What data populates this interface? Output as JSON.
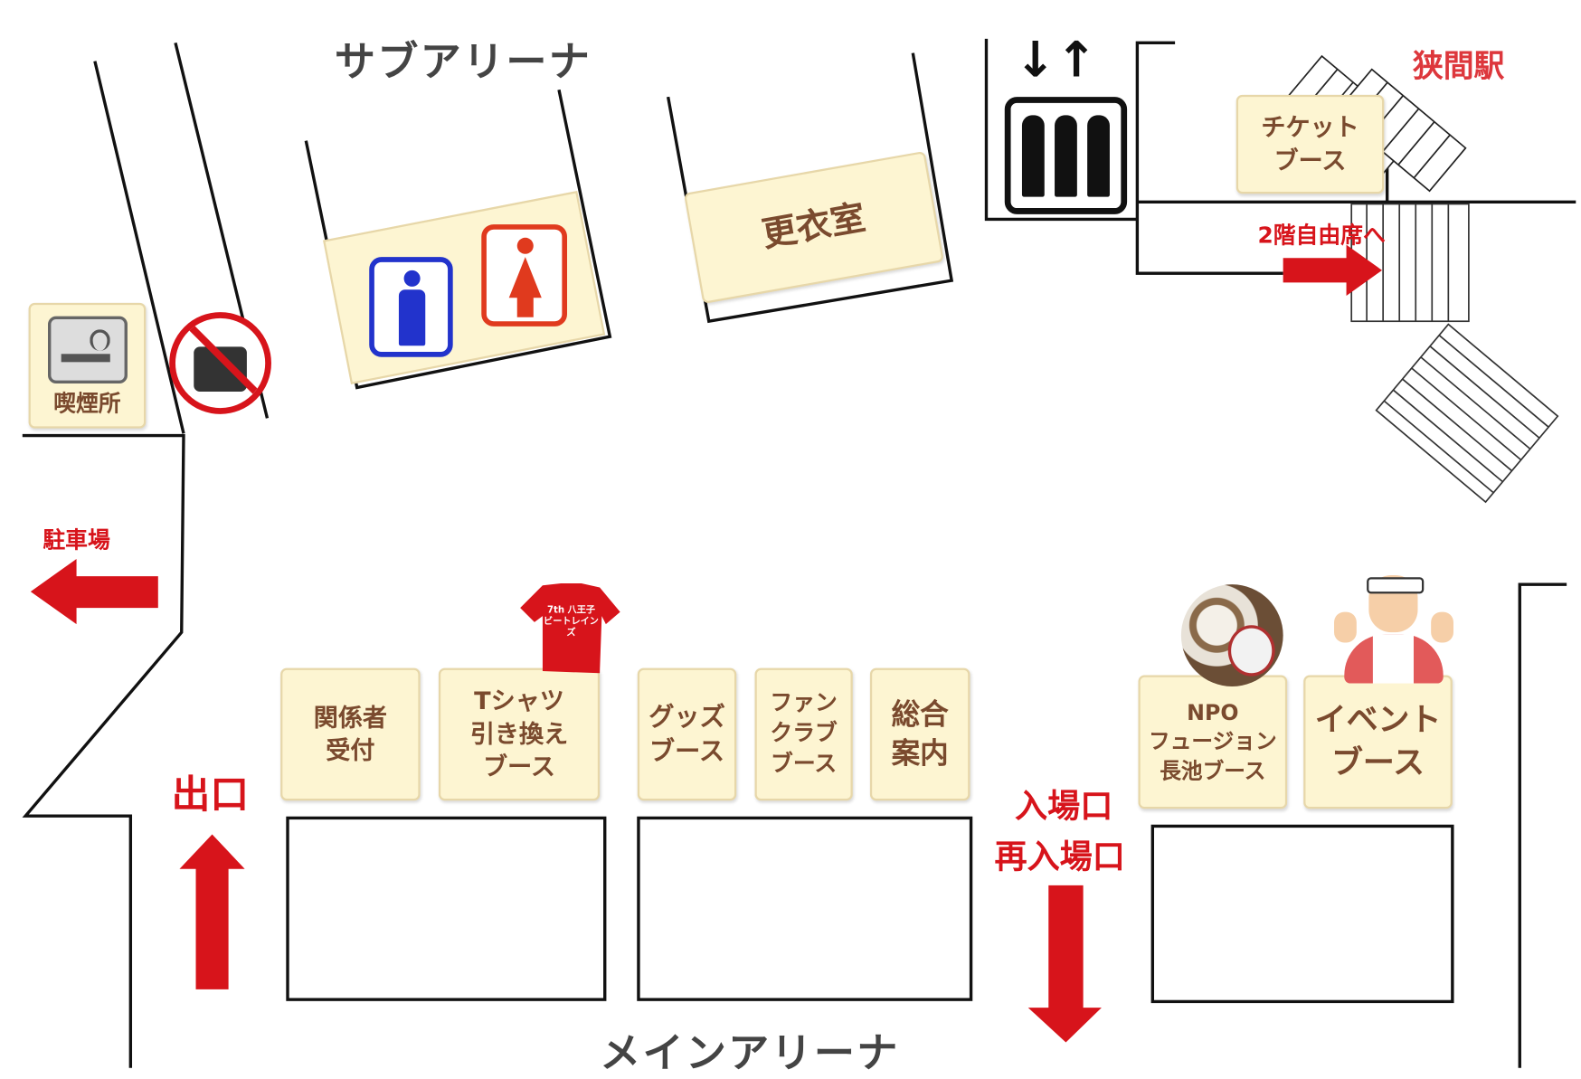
{
  "areas": {
    "sub_arena": "サブアリーナ",
    "main_arena": "メインアリーナ"
  },
  "rooms": {
    "smoking": "喫煙所",
    "changing_room": "更衣室"
  },
  "booths": {
    "ticket": [
      "チケット",
      "ブース"
    ],
    "staff_reception": [
      "関係者",
      "受付"
    ],
    "tshirt": [
      "Tシャツ",
      "引き換え",
      "ブース"
    ],
    "goods": [
      "グッズ",
      "ブース"
    ],
    "fanclub": [
      "ファン",
      "クラブ",
      "ブース"
    ],
    "info": [
      "総合",
      "案内"
    ],
    "npo": [
      "NPO",
      "フュージョン",
      "長池ブース"
    ],
    "event": [
      "イベント",
      "ブース"
    ]
  },
  "directions": {
    "station": "狭間駅",
    "second_floor": "2階自由席へ",
    "parking": "駐車場",
    "exit": "出口",
    "entrance": "入場口",
    "reentrance": "再入場口"
  },
  "tshirt_logo": "7th 八王子ビートレインズ",
  "colors": {
    "accent_red": "#d7141b",
    "booth_bg": "#fdf5d2",
    "booth_text": "#7a4a2e",
    "men_blue": "#2233cc",
    "women_red": "#e03a1e"
  }
}
